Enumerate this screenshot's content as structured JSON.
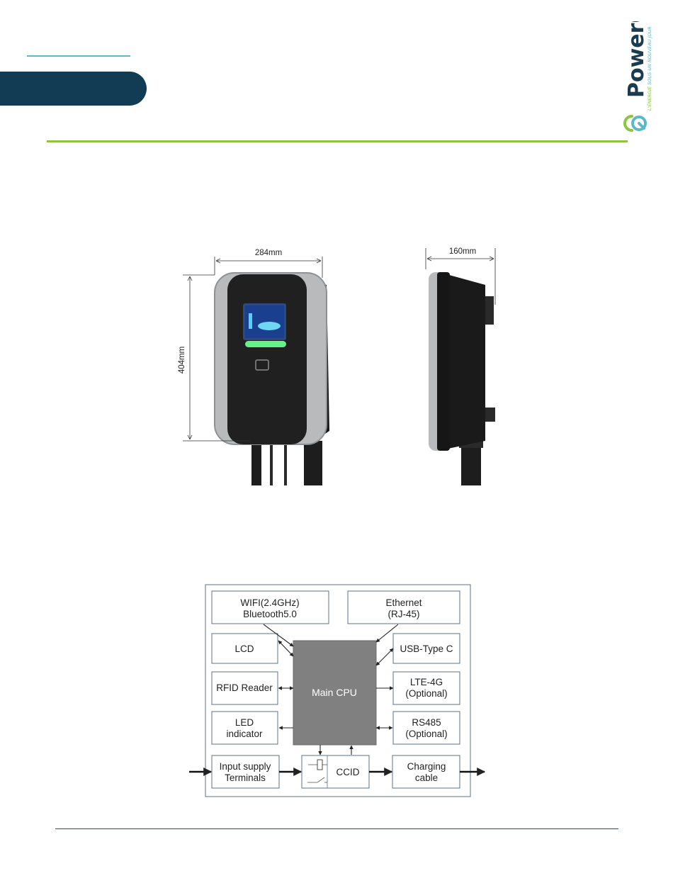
{
  "logo": {
    "wordmark": "PowerQ",
    "tagline_green": "L'ÉNERGIE",
    "tagline_blue": " SOUS UN NOUVEAU JOUR",
    "colors": {
      "navy": "#1a3c4e",
      "green": "#8cc63f",
      "teal": "#5ab9c6"
    }
  },
  "product_photo": {
    "width_label": "284mm",
    "height_label": "404mm",
    "depth_label": "160mm"
  },
  "block_diagram": {
    "cpu_label": "Main CPU",
    "wifi": [
      "WIFI(2.4GHz)",
      "Bluetooth5.0"
    ],
    "ethernet": [
      "Ethernet",
      "(RJ-45)"
    ],
    "lcd": "LCD",
    "usb": "USB-Type C",
    "rfid": "RFID Reader",
    "lte": [
      "LTE-4G",
      "(Optional)"
    ],
    "led": [
      "LED",
      "indicator"
    ],
    "rs485": [
      "RS485",
      "(Optional)"
    ],
    "input": [
      "Input supply",
      "Terminals"
    ],
    "ccid": "CCID",
    "cable": [
      "Charging",
      "cable"
    ]
  }
}
